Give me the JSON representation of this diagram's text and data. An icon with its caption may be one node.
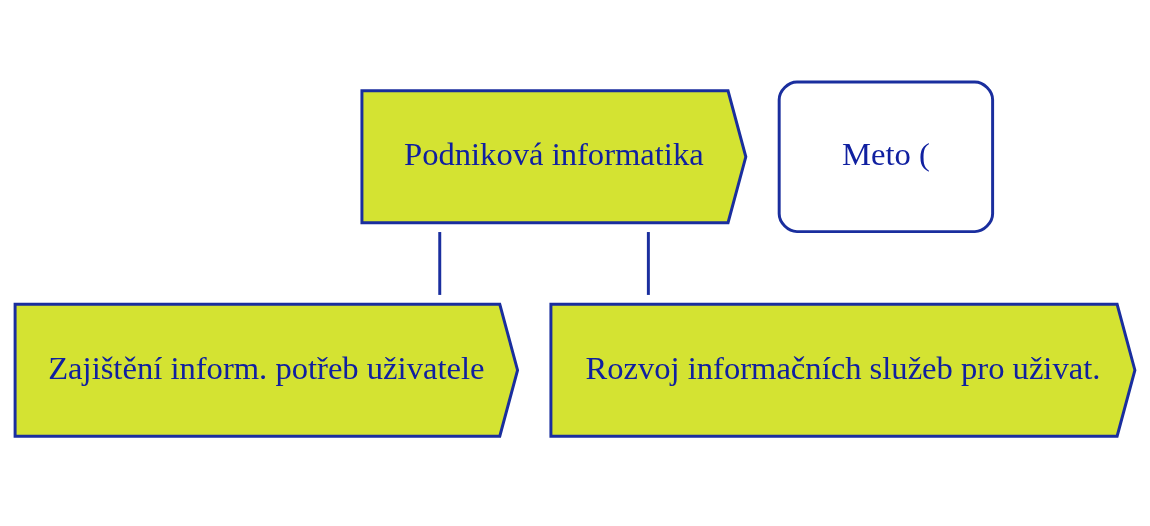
{
  "diagram": {
    "nodes": [
      {
        "text": [
          "Podniková informatika"
        ]
      },
      {
        "text": [
          "Zajištění inform. potřeb uživatele"
        ]
      },
      {
        "text": [
          "Rozvoj informačních služeb pro uživat."
        ]
      },
      {
        "text": [
          "Meto ("
        ]
      }
    ],
    "edges": [
      {
        "from": 0,
        "to": 1,
        "arrow": "none"
      },
      {
        "from": 0,
        "to": 2,
        "arrow": "none"
      }
    ]
  }
}
